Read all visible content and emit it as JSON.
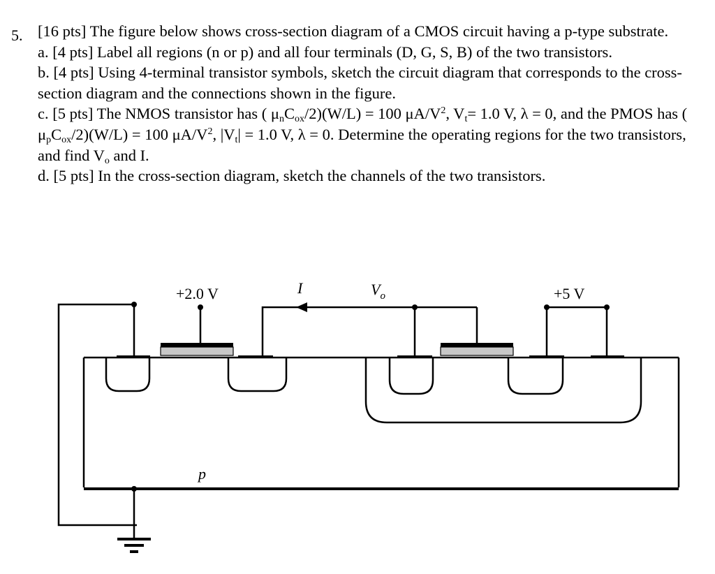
{
  "question": {
    "number": "5.",
    "intro": "[16 pts] The figure below shows cross-section diagram of a CMOS circuit having a p-type substrate.",
    "part_a": "a. [4 pts] Label all regions (n or p) and all four terminals (D, G, S, B) of the two transistors.",
    "part_b": "b. [4 pts] Using 4-terminal transistor symbols, sketch the circuit diagram that corresponds to the cross-section diagram and the connections shown in the figure.",
    "part_c": {
      "s1": "c. [5 pts] The NMOS transistor has ( μ",
      "sub_n": "n",
      "s2": "C",
      "sub_ox1": "ox",
      "s3": "/2)(W/L) = 100 μA/V",
      "sup1": "2",
      "s4": ", V",
      "sub_t1": "t",
      "s5": "= 1.0 V, λ = 0, and the PMOS has ( μ",
      "sub_p": "p",
      "s6": "C",
      "sub_ox2": "ox",
      "s7": "/2)(W/L) = 100 μA/V",
      "sup2": "2",
      "s8": ", |V",
      "sub_t2": "t",
      "s9": "| = 1.0 V, λ = 0. Determine the operating regions for the two transistors, and find V",
      "sub_o": "o",
      "s10": " and I."
    },
    "part_d": "d. [5 pts] In the cross-section diagram, sketch the channels of the two transistors."
  },
  "diagram": {
    "label_2v": "+2.0 V",
    "label_current": "I",
    "label_vo": "V",
    "label_vo_sub": "o",
    "label_5v": "+5 V",
    "label_substrate": "p"
  }
}
